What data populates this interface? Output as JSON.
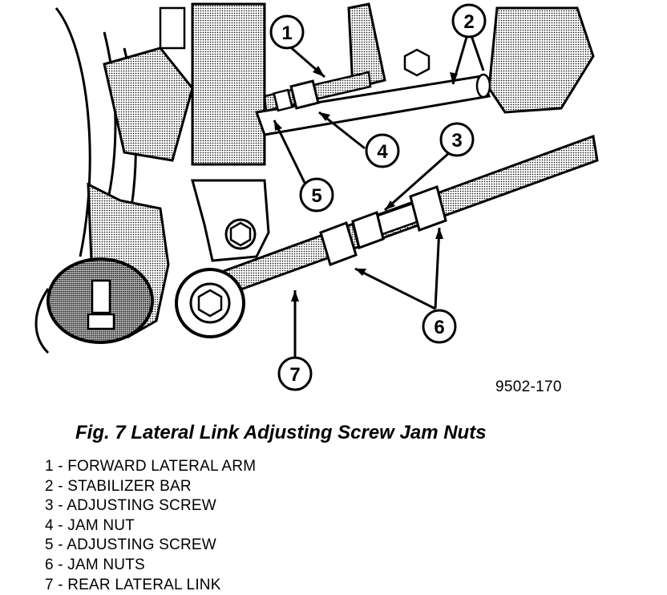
{
  "figure_id": "9502-170",
  "caption": "Fig. 7 Lateral Link Adjusting Screw Jam Nuts",
  "callouts": [
    "1",
    "2",
    "3",
    "4",
    "5",
    "6",
    "7"
  ],
  "legend": [
    "1 - FORWARD LATERAL ARM",
    "2 - STABILIZER BAR",
    "3 - ADJUSTING SCREW",
    "4 - JAM NUT",
    "5 - ADJUSTING SCREW",
    "6 - JAM NUTS",
    "7 - REAR LATERAL LINK"
  ]
}
